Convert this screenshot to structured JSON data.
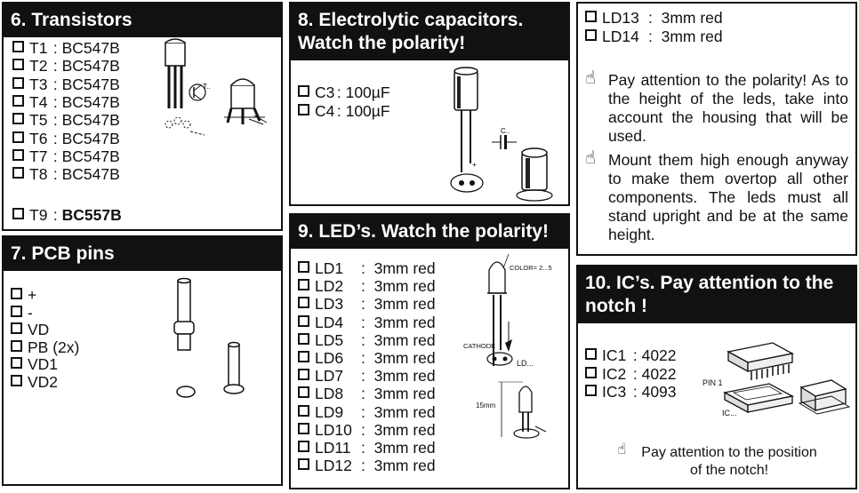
{
  "transistors": {
    "title": "6. Transistors",
    "items": [
      {
        "label": "T1",
        "value": "BC547B"
      },
      {
        "label": "T2",
        "value": "BC547B"
      },
      {
        "label": "T3",
        "value": "BC547B"
      },
      {
        "label": "T4",
        "value": "BC547B"
      },
      {
        "label": "T5",
        "value": "BC547B"
      },
      {
        "label": "T6",
        "value": "BC547B"
      },
      {
        "label": "T7",
        "value": "BC547B"
      },
      {
        "label": "T8",
        "value": "BC547B"
      },
      {
        "label": "T9",
        "value": "BC557B"
      }
    ]
  },
  "pcb_pins": {
    "title": "7. PCB pins",
    "items": [
      "+",
      "-",
      "VD",
      "PB (2x)",
      "VD1",
      "VD2"
    ]
  },
  "capacitors": {
    "title_line1": "8. Electrolytic capacitors.",
    "title_line2": "Watch the polarity!",
    "items": [
      {
        "label": "C3",
        "value": "100µF"
      },
      {
        "label": "C4",
        "value": "100µF"
      }
    ]
  },
  "leds": {
    "title": "9. LED’s. Watch the polarity!",
    "items": [
      {
        "label": "LD1",
        "value": "3mm red"
      },
      {
        "label": "LD2",
        "value": "3mm red"
      },
      {
        "label": "LD3",
        "value": "3mm red"
      },
      {
        "label": "LD4",
        "value": "3mm red"
      },
      {
        "label": "LD5",
        "value": "3mm red"
      },
      {
        "label": "LD6",
        "value": "3mm red"
      },
      {
        "label": "LD7",
        "value": "3mm red"
      },
      {
        "label": "LD8",
        "value": "3mm red"
      },
      {
        "label": "LD9",
        "value": "3mm red"
      },
      {
        "label": "LD10",
        "value": "3mm red"
      },
      {
        "label": "LD11",
        "value": "3mm red"
      },
      {
        "label": "LD12",
        "value": "3mm red"
      }
    ],
    "diagram": {
      "color_label": "COLOR= 2...5",
      "cathode_label": "CATHODE",
      "ld_label": "LD...",
      "height_label": "15mm"
    }
  },
  "leds_cont": {
    "items": [
      {
        "label": "LD13",
        "value": "3mm red"
      },
      {
        "label": "LD14",
        "value": "3mm red"
      }
    ],
    "note1": "Pay attention to the polarity! As to the height of the leds, take into account the housing that will be used.",
    "note2": "Mount them high enough anyway to make them overtop all other components. The leds must all stand upright and be at the same height."
  },
  "ics": {
    "title_line1": "10. IC’s. Pay attention to the",
    "title_line2": "notch !",
    "items": [
      {
        "label": "IC1",
        "value": "4022"
      },
      {
        "label": "IC2",
        "value": "4022"
      },
      {
        "label": "IC3",
        "value": "4093"
      }
    ],
    "pin_label": "PIN 1",
    "ic_label": "IC...",
    "note_line1": "Pay attention to the position",
    "note_line2": "of the notch!"
  },
  "icons": {
    "checkbox": "checkbox-icon",
    "hand": "pointing-hand-icon"
  }
}
